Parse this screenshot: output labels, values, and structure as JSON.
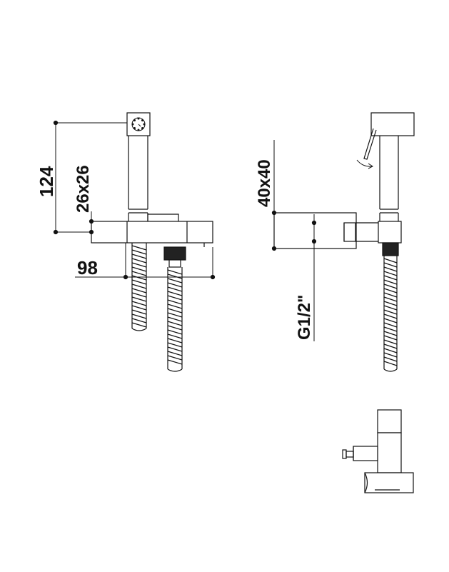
{
  "dimensions": {
    "height_total": "124",
    "handle_section": "26x26",
    "width_total": "98",
    "body_section": "40x40",
    "thread_size": "G1/2\""
  },
  "colors": {
    "line": "#111111",
    "background": "#ffffff"
  },
  "icons": {
    "rotation_arrow": "curved-rotation-arrow-icon",
    "spray_face": "spray-nozzle-icon"
  }
}
